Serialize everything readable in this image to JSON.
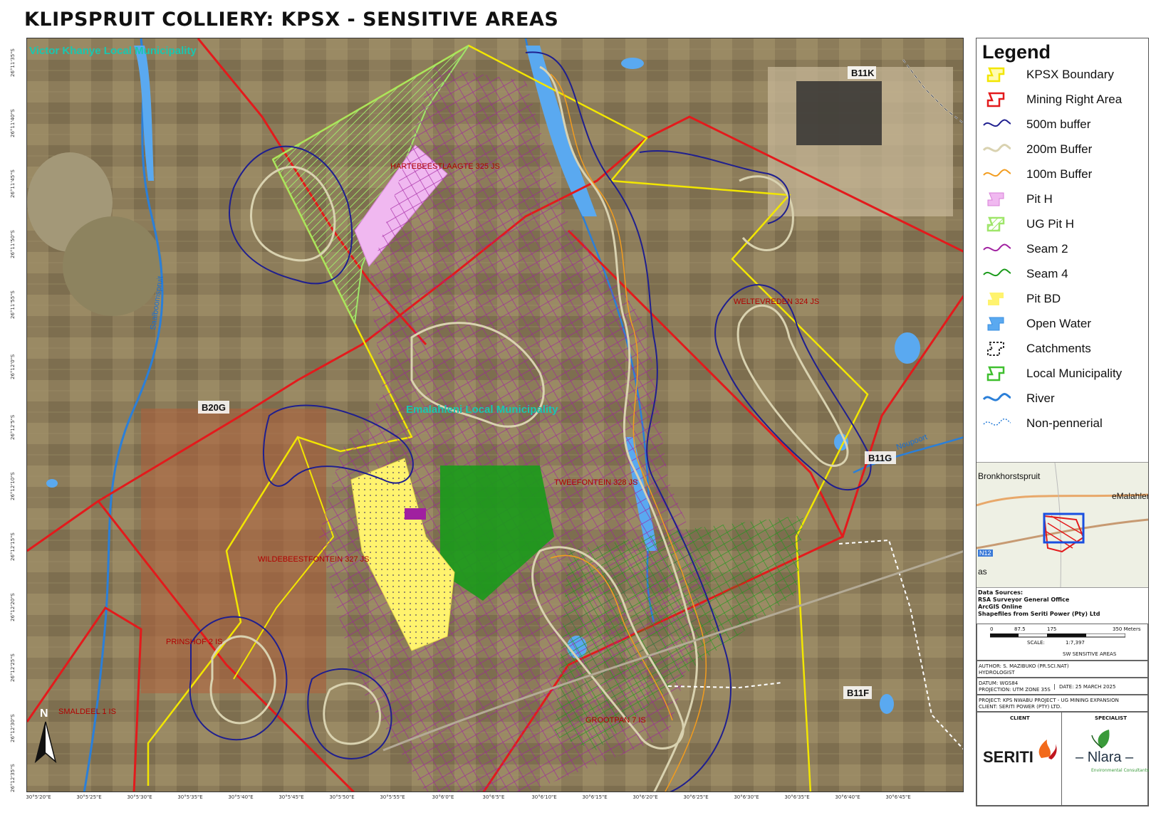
{
  "title": "KLIPSPRUIT COLLIERY: KPSX - SENSITIVE AREAS",
  "map": {
    "municipalities": [
      "Victor Khanye Local Municipality",
      "Emalahleni Local Municipality"
    ],
    "properties": [
      "HARTEBEESTLAAGTE 325 JS",
      "WELTEVREDEN 324 JS",
      "TWEEFONTEIN 328 JS",
      "WILDEBEESTFONTEIN 327 JS",
      "PRINSHOF 2 IS",
      "SMALDEEL 1 IS",
      "GROOTPAN 7 IS"
    ],
    "catchments": [
      "B11K",
      "B20G",
      "B11G",
      "B11F"
    ],
    "rivers": [
      "Saalboomspruit",
      "Noupoort"
    ],
    "north_arrow": "N",
    "x_ticks": [
      "30°5'20\"E",
      "30°5'25\"E",
      "30°5'30\"E",
      "30°5'35\"E",
      "30°5'40\"E",
      "30°5'45\"E",
      "30°5'50\"E",
      "30°5'55\"E",
      "30°6'0\"E",
      "30°6'5\"E",
      "30°6'10\"E",
      "30°6'15\"E",
      "30°6'20\"E",
      "30°6'25\"E",
      "30°6'30\"E",
      "30°6'35\"E",
      "30°6'40\"E",
      "30°6'45\"E"
    ],
    "y_ticks": [
      "26°11'35\"S",
      "26°11'40\"S",
      "26°11'45\"S",
      "26°11'50\"S",
      "26°11'55\"S",
      "26°12'0\"S",
      "26°12'5\"S",
      "26°12'10\"S",
      "26°12'15\"S",
      "26°12'20\"S",
      "26°12'25\"S",
      "26°12'30\"S",
      "26°12'35\"S"
    ]
  },
  "legend": {
    "title": "Legend",
    "items": [
      "KPSX Boundary",
      "Mining Right Area",
      "500m buffer",
      "200m Buffer",
      "100m Buffer",
      "Pit H",
      "UG Pit H",
      "Seam 2",
      "Seam 4",
      "Pit BD",
      "Open Water",
      "Catchments",
      "Local Municipality",
      "River",
      "Non-pennerial"
    ],
    "colors": {
      "kpsx": "#f2e600",
      "mining": "#e31a1c",
      "buf500": "#1f1f8f",
      "buf200": "#d9d2b0",
      "buf100": "#f29c1e",
      "pith": "#f0b8f0",
      "ugpith": "#9fe66a",
      "seam2": "#a020a0",
      "seam4": "#1a9a1a",
      "pitbd": "#fff36e",
      "water": "#5aa9f0",
      "catch": "#333333",
      "lm": "#3fbf2f",
      "river": "#2b7fd8",
      "nonper": "#2b7fd8"
    }
  },
  "inset": {
    "labels": [
      "Bronkhorstspruit",
      "eMalahleni",
      "N12",
      "as"
    ]
  },
  "metadata": {
    "data_sources_title": "Data Sources:",
    "data_sources": [
      "RSA Surveyor General Office",
      "ArcGIS Online",
      "Shapefiles from Seriti Power (Pty) Ltd"
    ],
    "scale_ticks": [
      "0",
      "87.5",
      "175",
      "350 Meters"
    ],
    "scale_label": "SCALE:",
    "scale_value": "1:7,397",
    "map_name": "SW SENSITIVE AREAS",
    "author": "AUTHOR: S. MAZIBUKO (PR.SCI.NAT)",
    "role": "HYDROLOGIST",
    "datum": "DATUM:        WGS84",
    "projection": "PROJECTION:  UTM ZONE 35S",
    "date": "DATE: 25 MARCH 2025",
    "project": "PROJECT: KPS NWABU PROJECT - UG MINING EXPANSION",
    "client_line": "CLIENT: SERITI POWER (PTY) LTD.",
    "client_hdr": "CLIENT",
    "specialist_hdr": "SPECIALIST",
    "client_logo": "SERITI",
    "specialist_logo": "Nlara",
    "specialist_sub": "Environmental Consultants"
  }
}
